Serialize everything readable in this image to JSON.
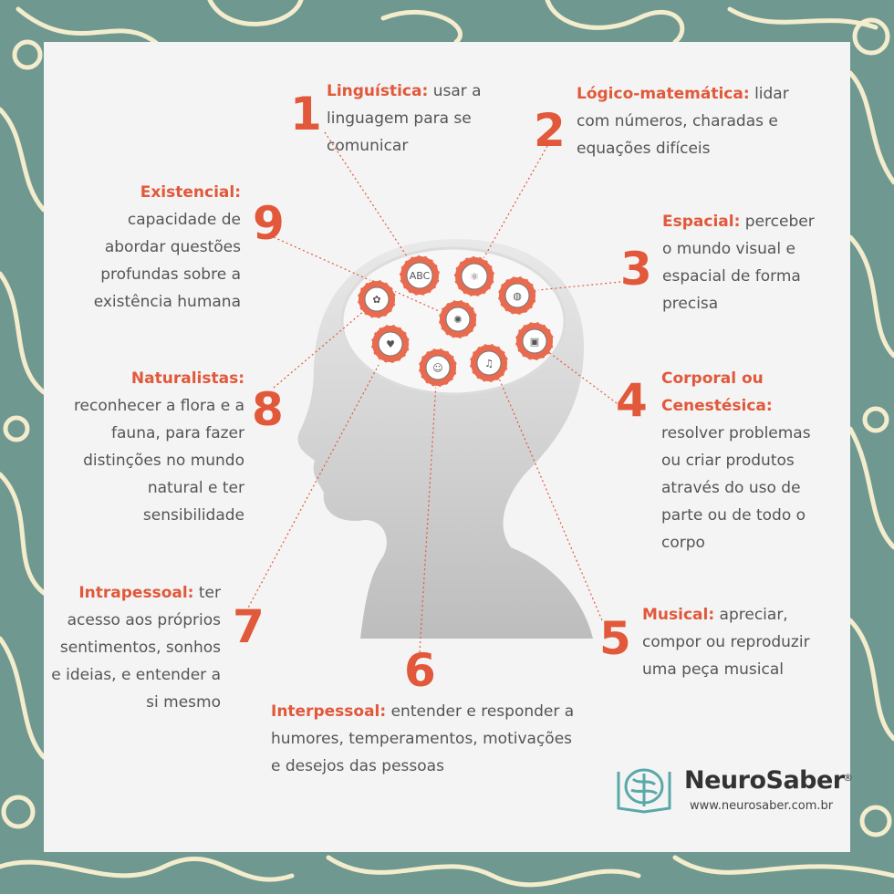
{
  "intelligences": [
    {
      "number": "1",
      "title": "Linguística:",
      "desc": "usar a linguagem para se comunicar"
    },
    {
      "number": "2",
      "title": "Lógico-matemática:",
      "desc": "lidar com números, charadas e equações difíceis"
    },
    {
      "number": "3",
      "title": "Espacial:",
      "desc": "perceber o mundo visual e espacial de forma precisa"
    },
    {
      "number": "4",
      "title": "Corporal ou Cenestésica:",
      "desc": "resolver problemas ou criar produtos através do uso de parte ou de todo o corpo"
    },
    {
      "number": "5",
      "title": "Musical:",
      "desc": "apreciar, compor ou reproduzir uma peça musical"
    },
    {
      "number": "6",
      "title": "Interpessoal:",
      "desc": "entender e responder a humores, temperamentos, motivações e desejos das pessoas"
    },
    {
      "number": "7",
      "title": "Intrapessoal:",
      "desc": "ter acesso aos próprios sentimentos, sonhos e ideias, e entender a si mesmo"
    },
    {
      "number": "8",
      "title": "Naturalistas:",
      "desc": "reconhecer a flora e a fauna, para fazer distinções no mundo natural e ter sensibilidade"
    },
    {
      "number": "9",
      "title": "Existencial:",
      "desc": "capacidade de abordar questões profundas sobre a existência humana"
    }
  ],
  "brand": {
    "name": "NeuroSaber",
    "registered": "®",
    "url": "www.neurosaber.com.br"
  },
  "colors": {
    "accent": "#e1583a",
    "background": "#6f9890",
    "card": "#f4f4f4",
    "text": "#555555",
    "pattern": "#f3eccd"
  },
  "icons": [
    "abc-icon",
    "atom-icon",
    "globe-icon",
    "lightbulb-icon",
    "flower-pot-icon",
    "camera-icon",
    "heart-hand-icon",
    "theater-masks-icon",
    "music-notes-icon"
  ]
}
